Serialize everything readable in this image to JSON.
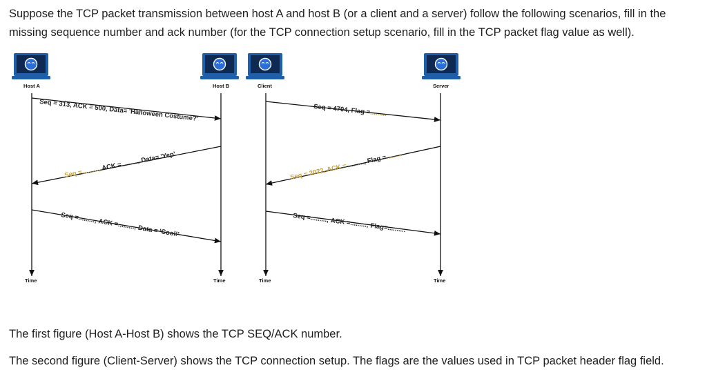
{
  "question": "Suppose the TCP packet transmission between host A and host B (or a client and a server) follow the following scenarios, fill in the missing sequence number and ack number (for the TCP connection setup scenario, fill in the TCP packet flag value as well).",
  "figure1": {
    "left_label": "Host A",
    "right_label": "Host B",
    "time_label": "Time",
    "msg1": "Seq = 313, ACK = 500, Data= 'Halloween Costume?'",
    "msg2_a": "Seq =.........,",
    "msg2_b": "ACK =.........,",
    "msg2_c": "Data= 'Yep'",
    "msg3_a": "Seq =.........,",
    "msg3_b": "ACK =.........,",
    "msg3_c": "Data = 'Cool!'"
  },
  "figure2": {
    "left_label": "Client",
    "right_label": "Server",
    "time_label": "Time",
    "msg1_a": "Seq = 4704, Flag =",
    "msg1_b": ".........",
    "msg2_a": "Seq = 2022, ACK =",
    "msg2_b": ".........",
    "msg2_c": ", Flag =",
    "msg2_d": ".........",
    "msg3_a": "Seq =.........,",
    "msg3_b": "ACK =.........,",
    "msg3_c": "Flag=.........."
  },
  "note1": "The first figure (Host A-Host B) shows the TCP SEQ/ACK number.",
  "note2": "The second figure (Client-Server) shows the TCP connection setup. The flags are the values used in TCP packet header flag field.",
  "colors": {
    "laptop_frame": "#1f5ea8",
    "screen": "#0f2a52",
    "logo": "#2b6fd6",
    "blank_text": "#c9a23a"
  }
}
